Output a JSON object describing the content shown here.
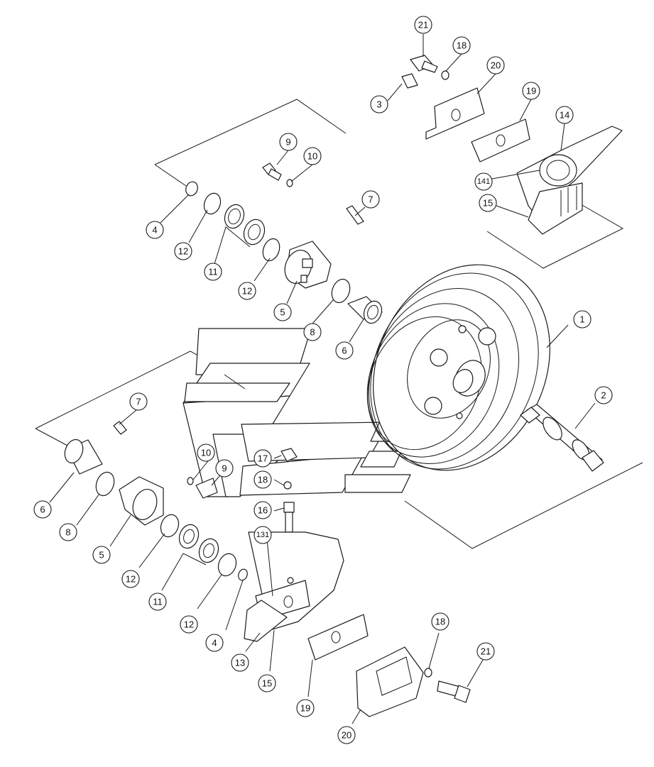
{
  "callouts": {
    "c21a": "21",
    "c18a": "18",
    "c20a": "20",
    "c3": "3",
    "c19a": "19",
    "c14": "14",
    "c141": "141",
    "c15a": "15",
    "c9a": "9",
    "c10a": "10",
    "c7a": "7",
    "c4a": "4",
    "c12a": "12",
    "c11a": "11",
    "c12b": "12",
    "c5a": "5",
    "c8a": "8",
    "c6a": "6",
    "c1": "1",
    "c2": "2",
    "c7b": "7",
    "c6b": "6",
    "c8b": "8",
    "c5b": "5",
    "c10b": "10",
    "c9b": "9",
    "c17": "17",
    "c18b": "18",
    "c16": "16",
    "c131": "131",
    "c12c": "12",
    "c11b": "11",
    "c12d": "12",
    "c4b": "4",
    "c13": "13",
    "c15b": "15",
    "c19b": "19",
    "c20b": "20",
    "c18c": "18",
    "c21b": "21"
  }
}
